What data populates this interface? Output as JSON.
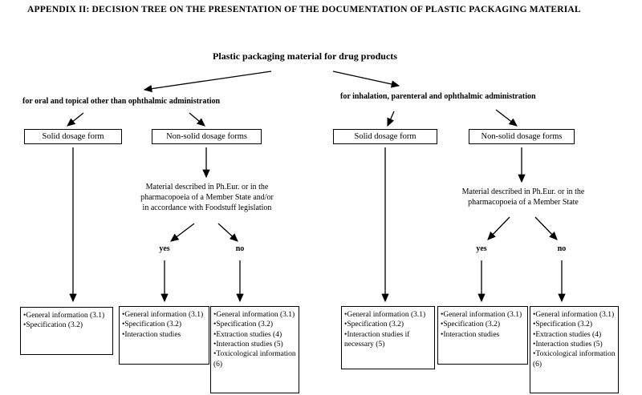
{
  "title": "APPENDIX II:  DECISION TREE ON THE PRESENTATION OF THE DOCUMENTATION OF PLASTIC PACKAGING MATERIAL",
  "root_label": "Plastic packaging material for drug products",
  "left_branch": {
    "label": "for oral and topical other than ophthalmic administration",
    "solid_box_label": "Solid dosage form",
    "nonsolid_box_label": "Non-solid dosage forms",
    "condition": "Material described in Ph.Eur. or in the pharmacopoeia of a Member State and/or in accordance with Foodstuff legislation",
    "yes_label": "yes",
    "no_label": "no",
    "solid_outcome": [
      "General information (3.1)",
      "Specification (3.2)"
    ],
    "yes_outcome": [
      "General information (3.1)",
      "Specification (3.2)",
      "Interaction studies"
    ],
    "no_outcome": [
      "General information (3.1)",
      "Specification (3.2)",
      "Extraction studies (4)",
      "Interaction studies (5)",
      "Toxicological information (6)"
    ]
  },
  "right_branch": {
    "label": "for inhalation, parenteral and ophthalmic administration",
    "solid_box_label": "Solid dosage form",
    "nonsolid_box_label": "Non-solid dosage forms",
    "condition": "Material described in Ph.Eur. or in the pharmacopoeia of a Member State",
    "yes_label": "yes",
    "no_label": "no",
    "solid_outcome": [
      "General information (3.1)",
      "Specification (3.2)",
      "Interaction studies if necessary (5)"
    ],
    "yes_outcome": [
      "General information (3.1)",
      "Specification (3.2)",
      "Interaction studies"
    ],
    "no_outcome": [
      "General information (3.1)",
      "Specification (3.2)",
      "Extraction studies (4)",
      "Interaction studies (5)",
      "Toxicological information (6)"
    ]
  }
}
